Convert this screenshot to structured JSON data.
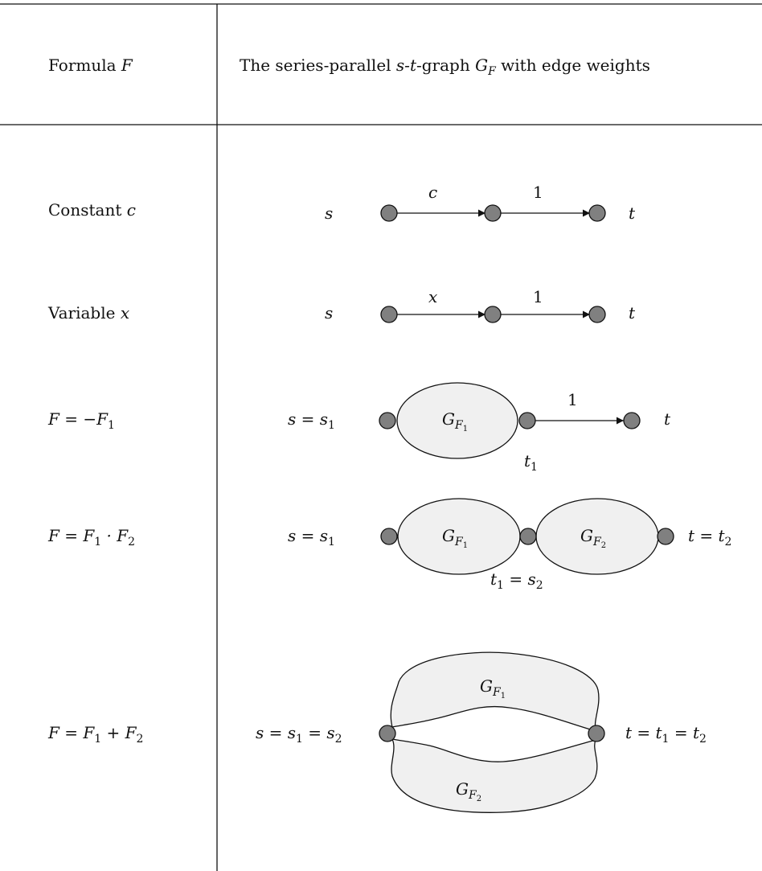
{
  "header": {
    "col1_text": "Formula ",
    "col1_var": "F",
    "col2_pre": "The series-parallel ",
    "col2_st": "s-t",
    "col2_mid": "-graph ",
    "col2_G": "G",
    "col2_sub": "F",
    "col2_post": " with edge weights"
  },
  "rows": {
    "constant": {
      "label_text": "Constant ",
      "label_var": "c",
      "source": "s",
      "target": "t",
      "weight1": "c",
      "weight2": "1"
    },
    "variable": {
      "label_text": "Variable ",
      "label_var": "x",
      "source": "s",
      "target": "t",
      "weight1": "x",
      "weight2": "1"
    },
    "negation": {
      "label": "F = −F",
      "label_sub": "1",
      "source": "s = s",
      "source_sub": "1",
      "blob_G": "G",
      "blob_F": "F",
      "blob_sub": "1",
      "mid_t": "t",
      "mid_sub": "1",
      "weight": "1",
      "target": "t"
    },
    "product": {
      "label": "F = F",
      "label_sub1": "1",
      "label_mid": " · F",
      "label_sub2": "2",
      "source": "s = s",
      "source_sub": "1",
      "blob1_G": "G",
      "blob1_F": "F",
      "blob1_sub": "1",
      "blob2_G": "G",
      "blob2_F": "F",
      "blob2_sub": "2",
      "mid_a": "t",
      "mid_a_sub": "1",
      "mid_b": " = s",
      "mid_b_sub": "2",
      "target": "t = t",
      "target_sub": "2"
    },
    "sum": {
      "label": "F = F",
      "label_sub1": "1",
      "label_mid": " + F",
      "label_sub2": "2",
      "source_a": "s = s",
      "source_a_sub": "1",
      "source_b": " = s",
      "source_b_sub": "2",
      "top_G": "G",
      "top_F": "F",
      "top_sub": "1",
      "bot_G": "G",
      "bot_F": "F",
      "bot_sub": "2",
      "target_a": "t = t",
      "target_a_sub": "1",
      "target_b": " = t",
      "target_b_sub": "2"
    }
  }
}
